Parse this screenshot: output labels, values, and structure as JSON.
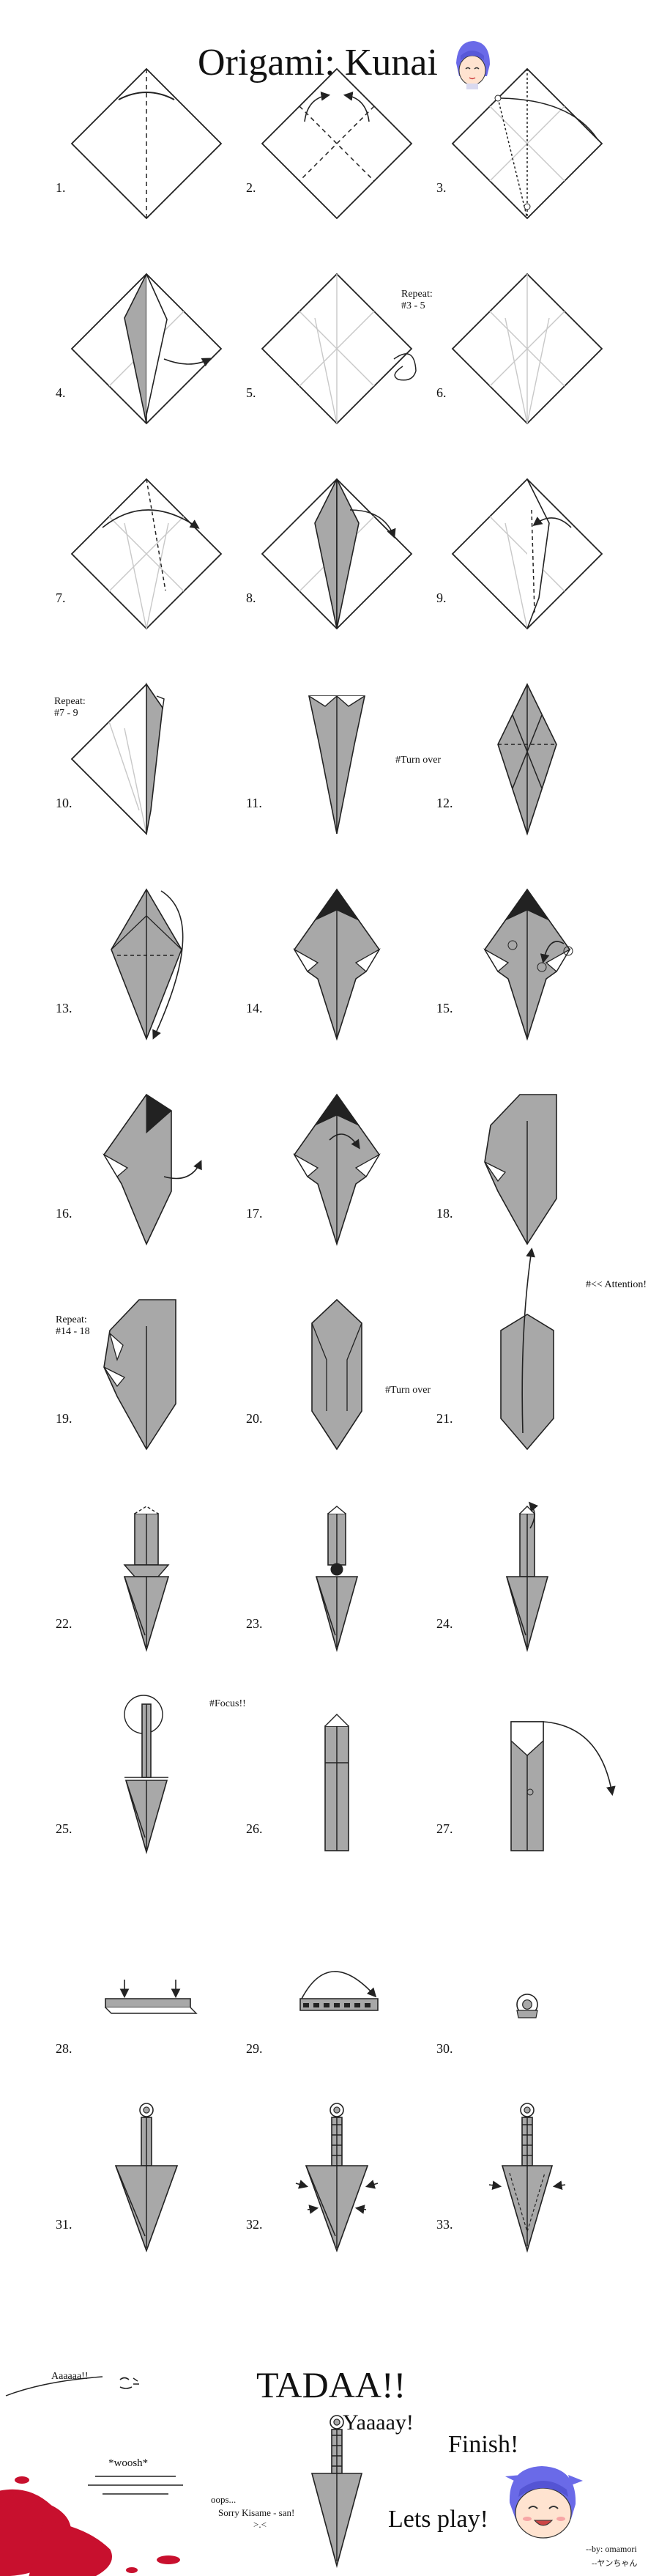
{
  "title": "Origami: Kunai",
  "steps": [
    {
      "n": "1."
    },
    {
      "n": "2."
    },
    {
      "n": "3."
    },
    {
      "n": "4."
    },
    {
      "n": "5."
    },
    {
      "n": "6.",
      "note": "Repeat:\n#3 - 5"
    },
    {
      "n": "7."
    },
    {
      "n": "8."
    },
    {
      "n": "9."
    },
    {
      "n": "10.",
      "note": "Repeat:\n#7 - 9"
    },
    {
      "n": "11.",
      "note": "#Turn over"
    },
    {
      "n": "12."
    },
    {
      "n": "13."
    },
    {
      "n": "14."
    },
    {
      "n": "15."
    },
    {
      "n": "16."
    },
    {
      "n": "17."
    },
    {
      "n": "18."
    },
    {
      "n": "19.",
      "note": "Repeat:\n#14 - 18"
    },
    {
      "n": "20.",
      "note": "#Turn over"
    },
    {
      "n": "21.",
      "note": "#<< Attention!"
    },
    {
      "n": "22."
    },
    {
      "n": "23."
    },
    {
      "n": "24."
    },
    {
      "n": "25.",
      "note": "#Focus!!"
    },
    {
      "n": "26."
    },
    {
      "n": "27."
    },
    {
      "n": "28."
    },
    {
      "n": "29."
    },
    {
      "n": "30."
    },
    {
      "n": "31."
    },
    {
      "n": "32."
    },
    {
      "n": "33."
    }
  ],
  "finale": {
    "tadaa": "TADAA!!",
    "yaaaay": "Yaaaay!",
    "finish": "Finish!",
    "lets_play": "Lets play!",
    "aaaaa": "Aaaaaa!!",
    "woosh": "*woosh*",
    "oops": "oops...",
    "sorry": "Sorry Kisame - san!",
    "face": ">.<",
    "credit1": "--by: omamori",
    "credit2": "--ヤンちゃん"
  },
  "colors": {
    "paper_gray": "#a8a8a8",
    "line": "#222222",
    "blood": "#c8102e",
    "hair": "#6a6ae8"
  }
}
